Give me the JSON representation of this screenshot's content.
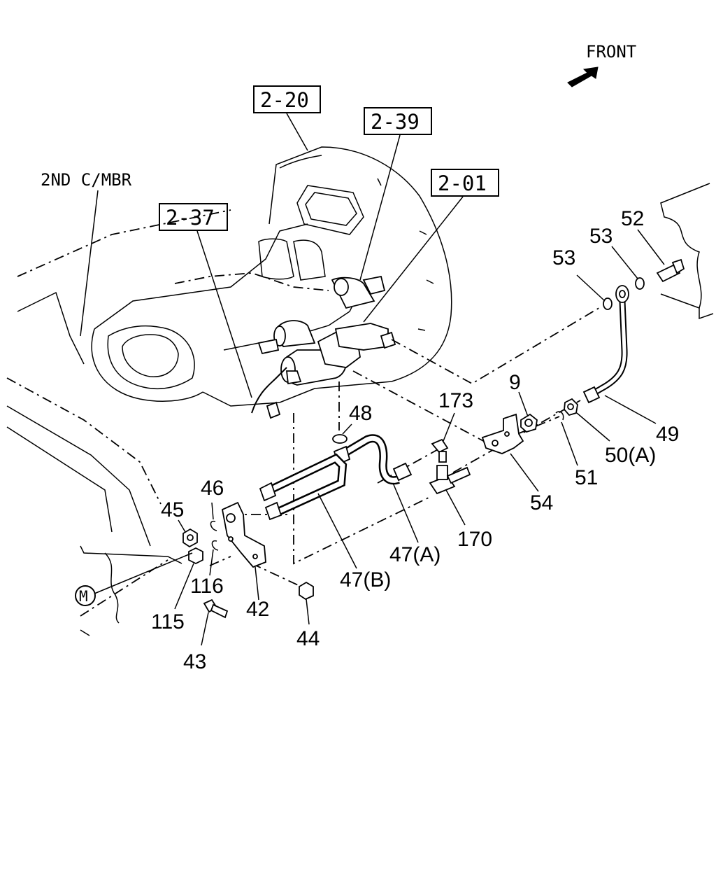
{
  "diagram": {
    "direction_label": "FRONT",
    "member_label": "2ND C/MBR",
    "ref_boxes": {
      "r2_20": "2-20",
      "r2_39": "2-39",
      "r2_01": "2-01",
      "r2_37": "2-37"
    },
    "part_numbers": {
      "p52": "52",
      "p53a": "53",
      "p53b": "53",
      "p9": "9",
      "p173": "173",
      "p48": "48",
      "p49": "49",
      "p50a": "50(A)",
      "p51": "51",
      "p54": "54",
      "p170": "170",
      "p47a": "47(A)",
      "p47b": "47(B)",
      "p46": "46",
      "p45": "45",
      "p116": "116",
      "p42": "42",
      "p115": "115",
      "p43": "43",
      "p44": "44"
    },
    "circle_marker": "M"
  }
}
